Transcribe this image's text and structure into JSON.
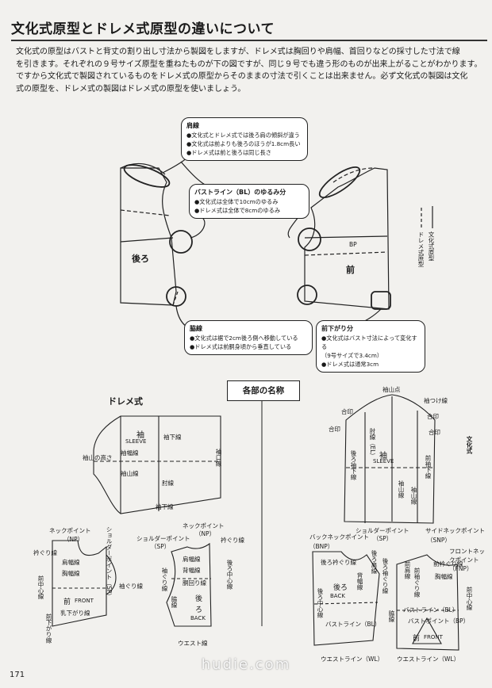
{
  "title": "文化式原型とドレメ式原型の違いについて",
  "intro": "文化式の原型はバストと背丈の割り出し寸法から製図をしますが、ドレメ式は胸回りや肩幅、首回りなどの採寸した寸法で線\nを引きます。それぞれの９号サイズ原型を重ねたものが下の図ですが、同じ９号でも違う形のものが出来上がることがわかります。\nですから文化式で製図されているものをドレメ式の原型からそのままの寸法で引くことは出来ません。必ず文化式の製図は文化\n式の原型を、ドレメ式の製図はドレメ式の原型を使いましょう。",
  "callouts": {
    "shoulder": {
      "title": "肩線",
      "lines": [
        "●文化式とドレメ式では後ろ肩の傾斜が違う",
        "●文化式は前よりも後ろのほうが1.8cm長い",
        "●ドレメ式は前と後ろは同じ長さ"
      ]
    },
    "bust": {
      "title": "バストライン（BL）のゆるみ分",
      "lines": [
        "●文化式は全体で10cmのゆるみ",
        "●ドレメ式は全体で8cmのゆるみ"
      ]
    },
    "side": {
      "title": "脇線",
      "lines": [
        "●文化式は裾で2cm後ろ側へ移動している",
        "●ドレメ式は前胴身頃から垂直している"
      ]
    },
    "front_drop": {
      "title": "前下がり分",
      "lines": [
        "●文化式はバスト寸法によって変化する",
        "（9号サイズで3.4cm）",
        "●ドレメ式は通常3cm"
      ]
    }
  },
  "overlay": {
    "back": "後ろ",
    "front": "前",
    "bp": "BP",
    "legend_bunka": "文化式原型",
    "legend_doreme": "ドレメ式原型"
  },
  "section_title": "各部の名称",
  "doreme": {
    "heading": "ドレメ式",
    "sleeve": {
      "title": "袖",
      "title_en": "SLEEVE",
      "cap_curve": "袖山の高さ",
      "cap_line": "袖幅線",
      "top": "袖山線",
      "under1": "袖下線",
      "under2": "袖下線",
      "elbow": "肘線",
      "hem": "袖口線"
    },
    "front": {
      "np": "ネックポイント",
      "np_abbr": "（NP）",
      "sp": "ショルダーポイント（SP）",
      "neck": "衿ぐり線",
      "shoulder": "肩幅線",
      "chest": "胸幅線",
      "armhole": "袖ぐり線",
      "title": "前",
      "title_en": "FRONT",
      "dart": "乳下がり線",
      "cf": "前中心線",
      "hem": "前下がり線"
    },
    "back": {
      "sp": "ショルダーポイント",
      "sp_abbr": "（SP）",
      "np": "ネックポイント",
      "np_abbr": "（NP）",
      "neck": "衿ぐり線",
      "shoulder": "肩幅線",
      "back_w": "背幅線",
      "waist": "胴回り線",
      "armhole": "袖ぐり線",
      "side": "脇線",
      "title": "後",
      "title2": "ろ",
      "title_en": "BACK",
      "cb": "後ろ中心線",
      "hem": "ウエスト線"
    }
  },
  "bunka": {
    "heading": "文化式",
    "sleeve": {
      "cap": "袖山点",
      "notch1": "合印",
      "notch2": "合印",
      "notch3": "合印",
      "notch4": "合印",
      "attach": "袖つけ線",
      "title": "袖",
      "title_en": "SLEEVE",
      "el": "肘線（EL）",
      "cap_line": "袖山線",
      "front_under": "前袖下線",
      "back_under": "後ろ袖下線",
      "center": "袖山線"
    },
    "body": {
      "bnp": "バックネックポイント",
      "bnp_abbr": "（BNP）",
      "snp": "サイドネックポイント",
      "snp_abbr": "（SNP）",
      "sp": "ショルダーポイント",
      "sp_abbr": "（SP）",
      "fnp": "フロントネックポイント（FNP）",
      "back_neck": "後ろ衿ぐり線",
      "back_shoulder": "後ろ肩線",
      "back_armhole": "後ろ袖ぐり線",
      "back_w": "背幅線",
      "back_title": "後ろ",
      "back_en": "BACK",
      "cb": "後ろ中心線",
      "bl1": "バストライン（BL）",
      "bl2": "バストライン（BL）",
      "side": "脇線",
      "front_neck": "前衿ぐり線",
      "front_shoulder": "前肩線",
      "front_armhole": "前袖ぐり線",
      "chest": "胸幅線",
      "bp": "バストポイント（BP）",
      "cf": "前中心線",
      "front_title": "前",
      "front_en": "FRONT",
      "waist1": "ウエストライン（WL）",
      "waist2": "ウエストライン（WL）"
    }
  },
  "footer": {
    "page": "171",
    "site": "hudie.com"
  }
}
